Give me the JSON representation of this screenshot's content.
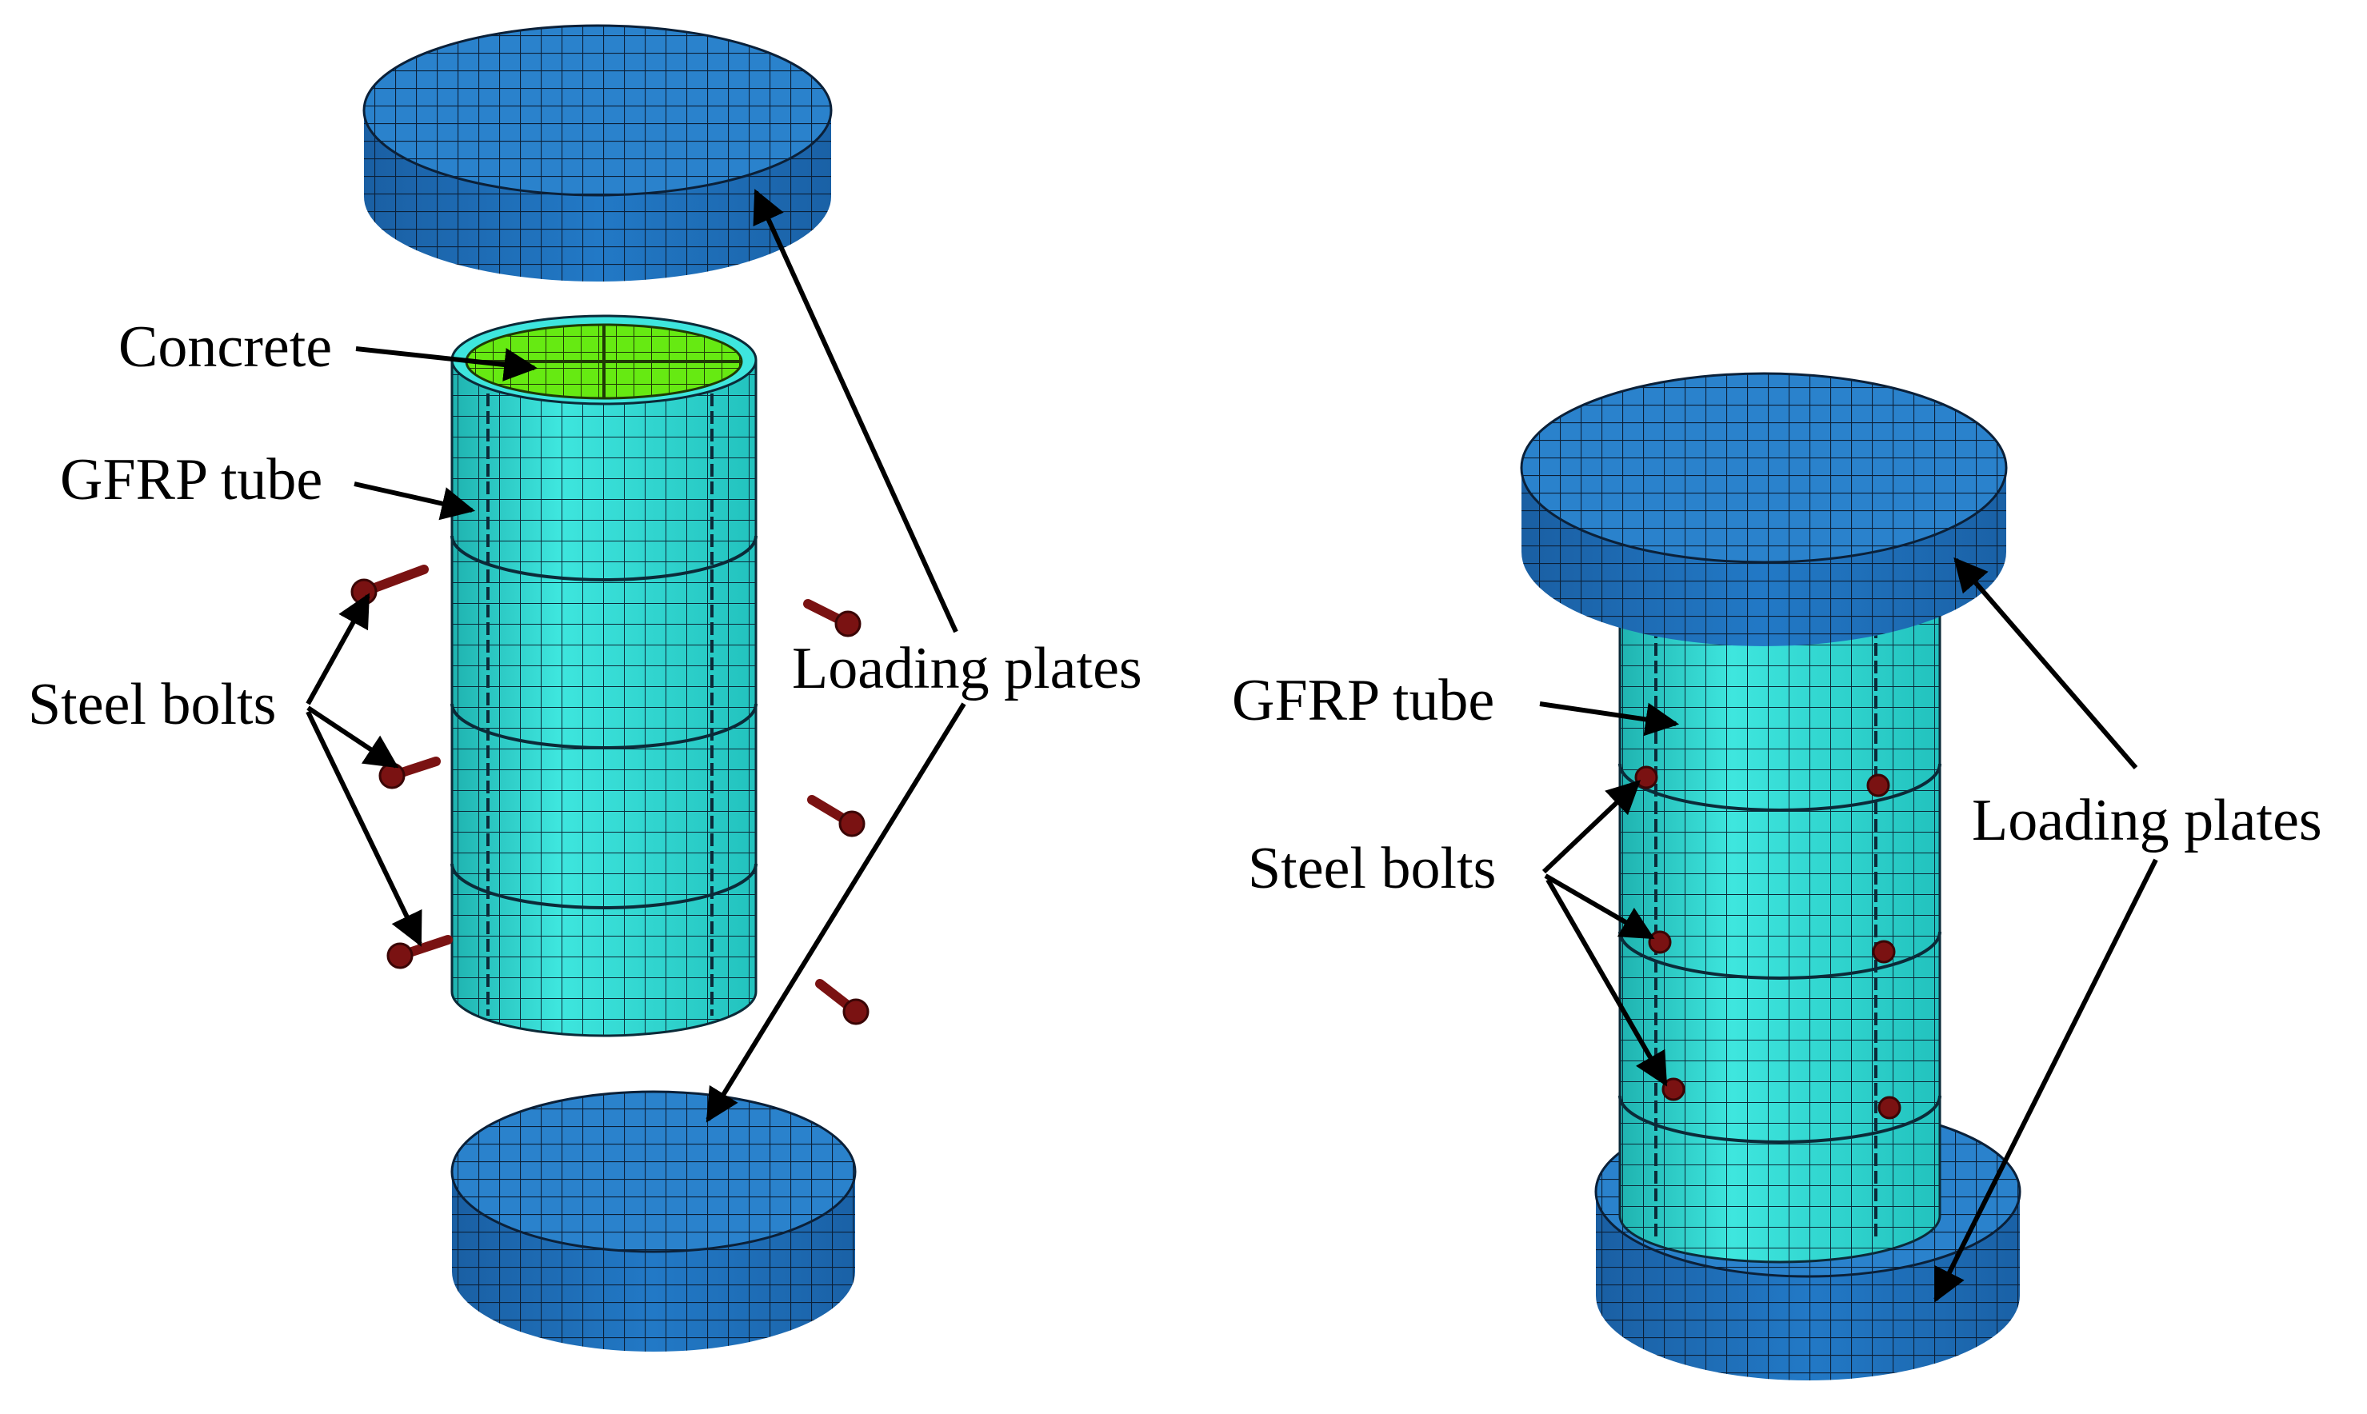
{
  "left_model": {
    "labels": {
      "concrete": "Concrete",
      "gfrp_tube": "GFRP tube",
      "steel_bolts": "Steel bolts",
      "loading_plates": "Loading plates"
    }
  },
  "right_model": {
    "labels": {
      "gfrp_tube": "GFRP tube",
      "steel_bolts": "Steel bolts",
      "loading_plates": "Loading plates"
    }
  },
  "colors": {
    "plate_side": "#1e70b8",
    "plate_top": "#2a82cc",
    "tube": "#33dbd4",
    "concrete": "#66ea12",
    "bolt": "#7a1212",
    "mesh": "#0b2038"
  }
}
